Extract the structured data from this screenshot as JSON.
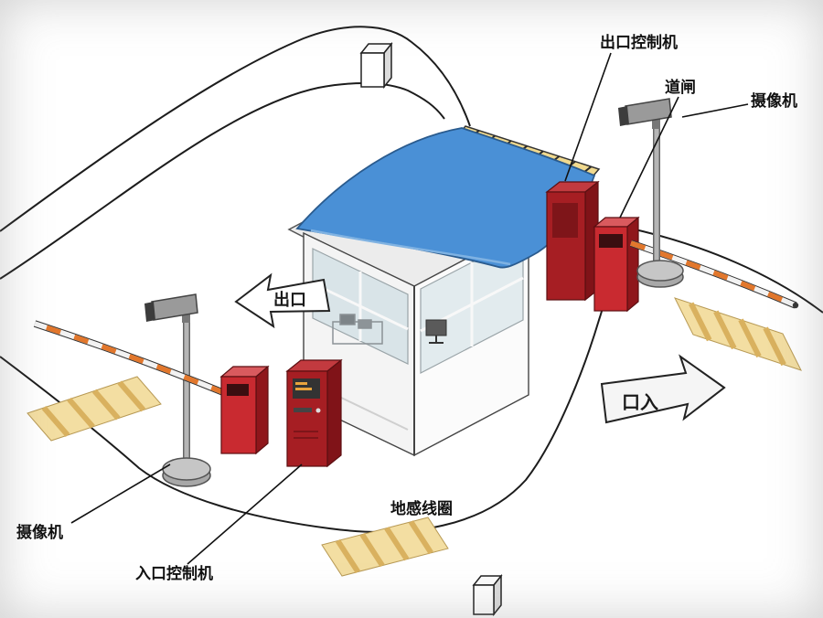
{
  "diagram": {
    "callouts": {
      "exit_controller": "出口控制机",
      "barrier_gate": "道闸",
      "camera_right": "摄像机",
      "camera_left": "摄像机",
      "entrance_controller": "入口控制机",
      "ground_coil": "地感线圈"
    },
    "road_markings": {
      "exit": "出口",
      "entrance": "口入"
    },
    "colors": {
      "canopy_blue": "#4a90d6",
      "canopy_trim_yellow": "#f0d98e",
      "machine_red": "#c92a30",
      "machine_dark_red": "#a61e23",
      "coil_yellow": "#f3dea2",
      "coil_stripe": "#d9b15f",
      "pole_gray": "#b0b0b0",
      "outline_black": "#1c1c1c",
      "booth_white": "#f4f4f4",
      "glass_blue_gray": "#d9e4e8",
      "arrow_white": "#ffffff"
    }
  }
}
